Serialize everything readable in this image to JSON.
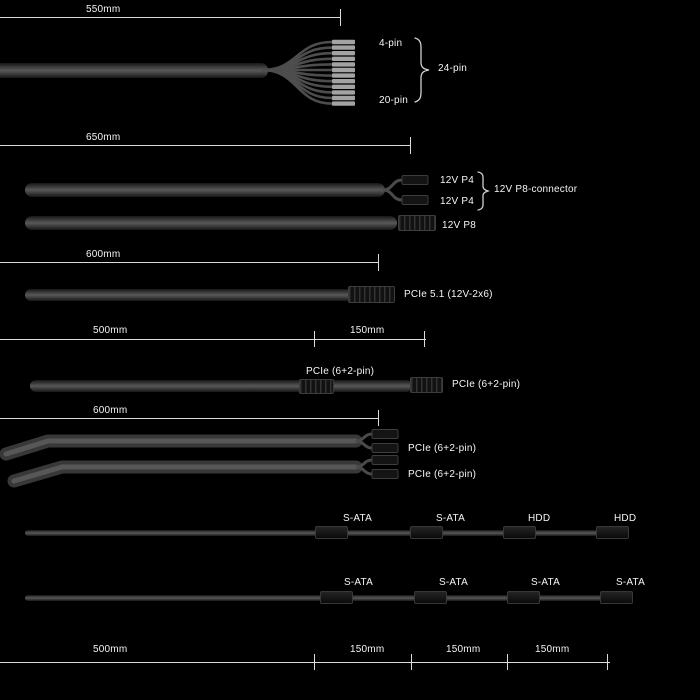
{
  "colors": {
    "background": "#000000",
    "text": "#f5f5f5",
    "measure_line": "#dcdcdc",
    "cable_highlight": "#575757",
    "cable_shadow": "#161616",
    "connector_body": "#141414",
    "pin_tip": "#a3a3a3"
  },
  "sections": {
    "atx": {
      "measure": "550mm",
      "pin_top": "4-pin",
      "pin_bottom": "20-pin",
      "brace_label": "24-pin"
    },
    "cpu": {
      "measure": "650mm",
      "p4_top": "12V P4",
      "p4_bottom": "12V P4",
      "brace_label": "12V P8-connector",
      "p8": "12V P8"
    },
    "pcie51": {
      "measure": "600mm",
      "label": "PCIe 5.1 (12V-2x6)"
    },
    "pcie_daisy": {
      "measure_main": "500mm",
      "measure_ext": "150mm",
      "label_mid": "PCIe (6+2-pin)",
      "label_end": "PCIe (6+2-pin)"
    },
    "pcie_dual": {
      "measure": "600mm",
      "label_top": "PCIe (6+2-pin)",
      "label_bottom": "PCIe (6+2-pin)"
    },
    "sata_hdd": {
      "labels": [
        "S-ATA",
        "S-ATA",
        "HDD",
        "HDD"
      ]
    },
    "sata": {
      "labels": [
        "S-ATA",
        "S-ATA",
        "S-ATA",
        "S-ATA"
      ]
    },
    "bottom_measure": {
      "segments": [
        "500mm",
        "150mm",
        "150mm",
        "150mm"
      ]
    }
  }
}
